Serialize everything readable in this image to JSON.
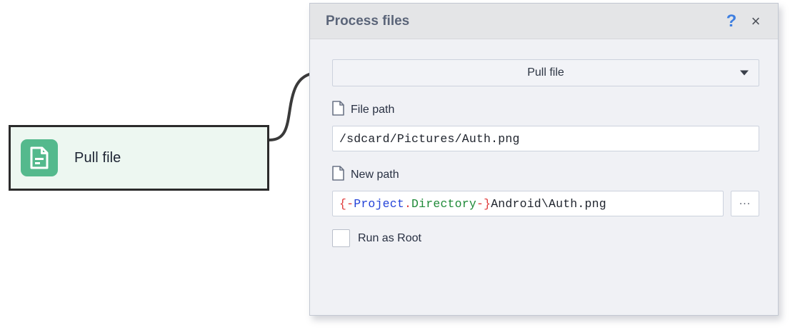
{
  "canvas": {
    "node": {
      "label": "Pull file",
      "icon": "document-icon",
      "icon_bg": "#54b98d",
      "fill": "#edf7f1",
      "border": "#2b2b2b"
    },
    "connector": "curved-link"
  },
  "dialog": {
    "title": "Process files",
    "help_label": "?",
    "close_label": "×",
    "help_color": "#3f7fe0",
    "action": {
      "selected": "Pull file",
      "arrow": "chevron-down-icon"
    },
    "fields": [
      {
        "label": "File path",
        "icon": "file-icon",
        "value": "/sdcard/Pictures/Auth.png"
      },
      {
        "label": "New path",
        "icon": "file-icon",
        "browse_label": "...",
        "tokens": [
          {
            "text": "{-",
            "color": "#e03a3a"
          },
          {
            "text": "Project",
            "color": "#2342d8"
          },
          {
            "text": ".",
            "color": "#e03a3a"
          },
          {
            "text": "Directory",
            "color": "#1f8a38"
          },
          {
            "text": "-}",
            "color": "#e03a3a"
          },
          {
            "text": "Android\\Auth.png",
            "color": "#20252e"
          }
        ]
      }
    ],
    "checkbox": {
      "label": "Run as Root",
      "checked": false
    }
  }
}
